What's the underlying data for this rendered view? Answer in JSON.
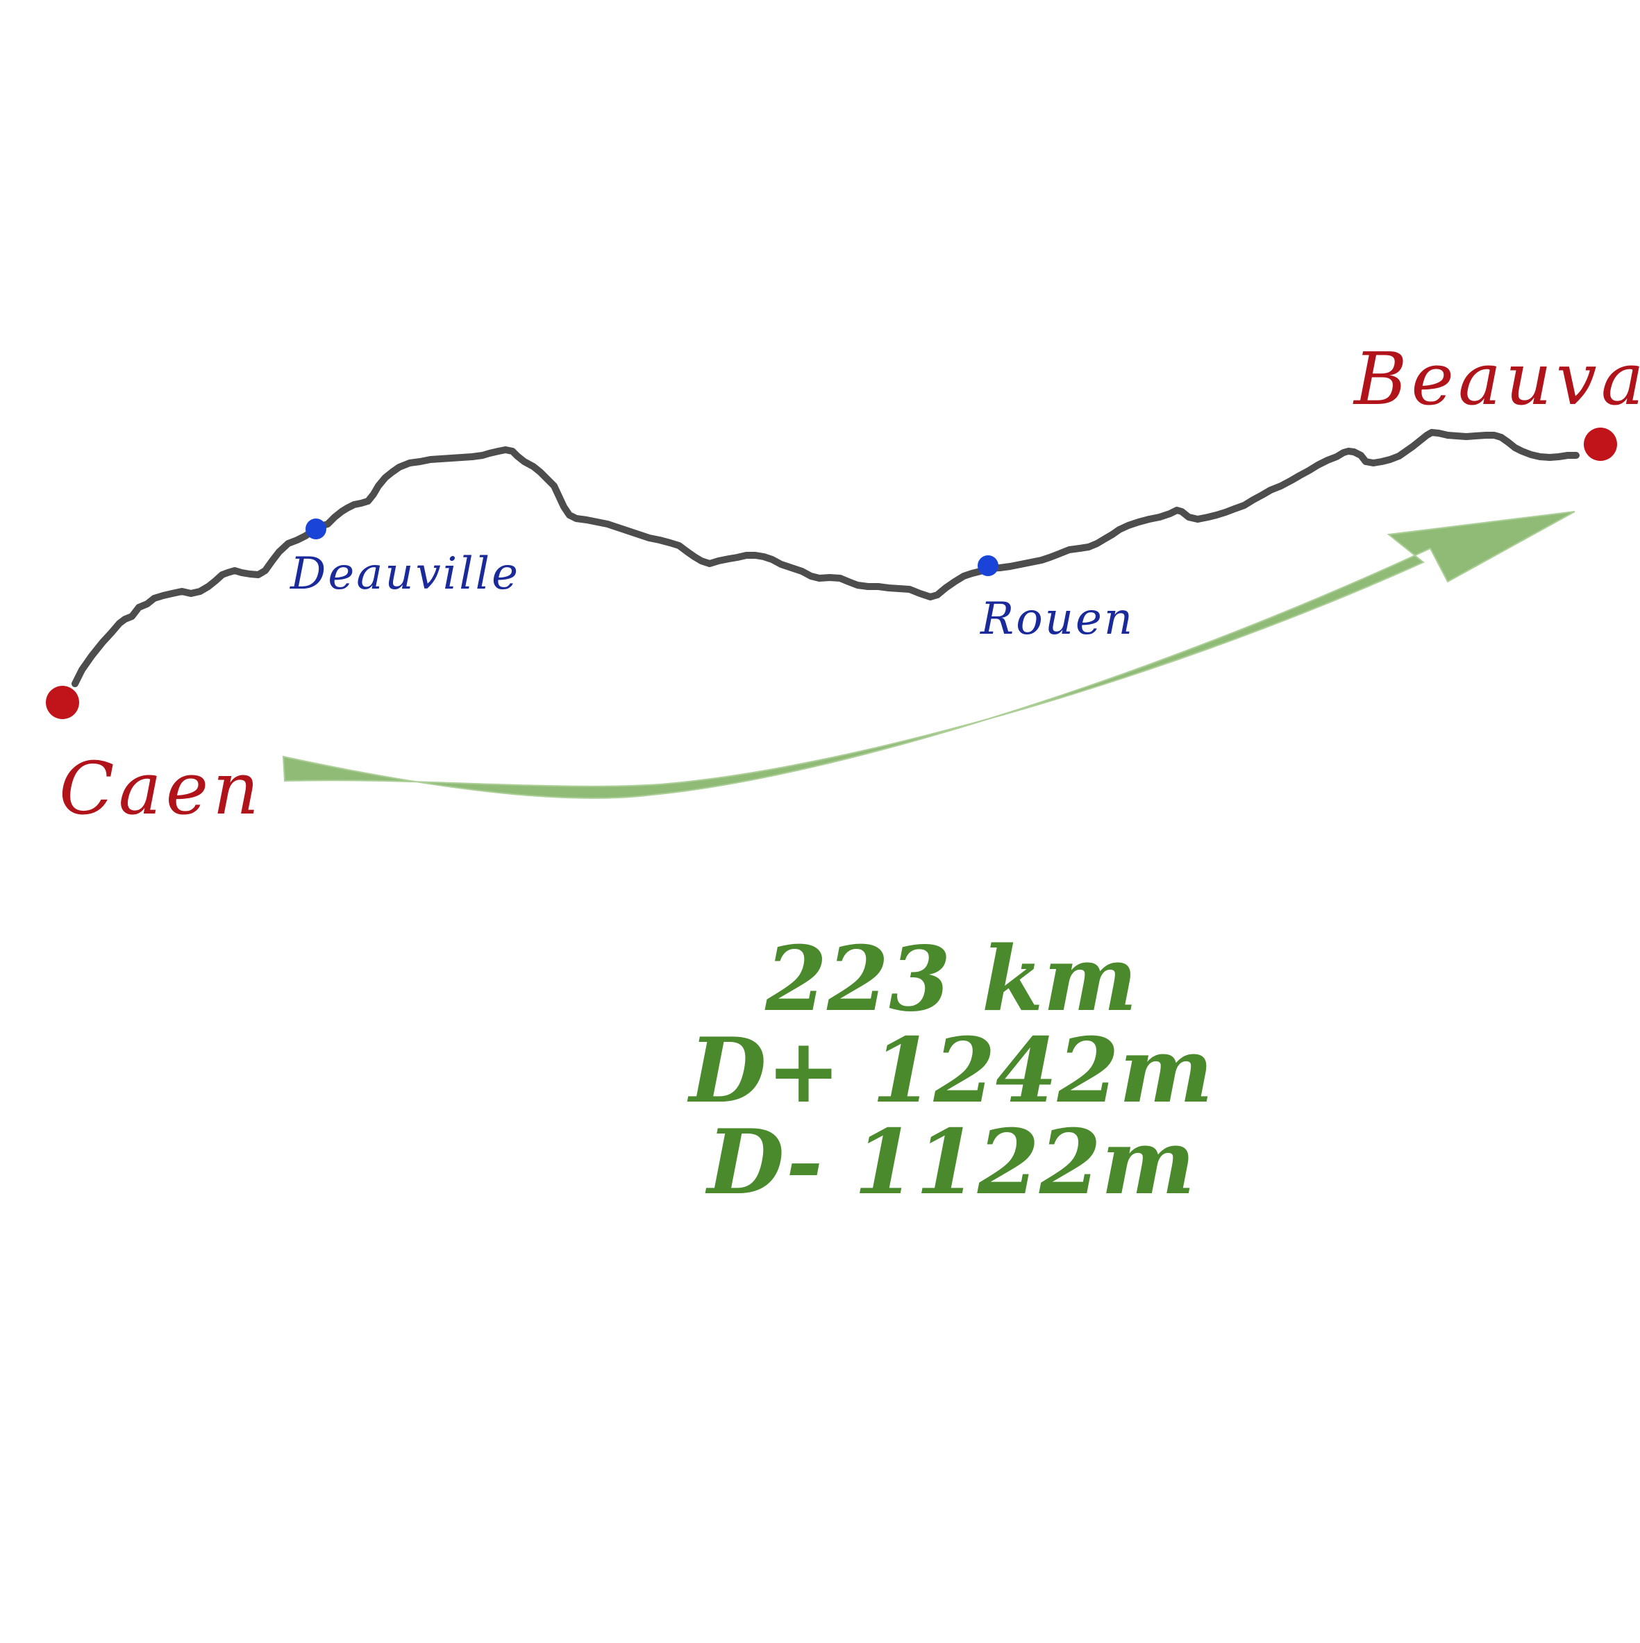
{
  "route": {
    "start": {
      "name": "Caen",
      "color": "#c0141a"
    },
    "end": {
      "name": "Beauvais",
      "color": "#c0141a"
    },
    "waypoints": [
      {
        "name": "Deauville",
        "color": "#1a44d8"
      },
      {
        "name": "Rouen",
        "color": "#1a44d8"
      }
    ],
    "path_color": "#4d4d4d",
    "arrow_color": "#8ab870"
  },
  "stats": {
    "distance": "223 km",
    "elevation_gain": "D+ 1242m",
    "elevation_loss": "D- 1122m",
    "color": "#4a8a2c"
  }
}
